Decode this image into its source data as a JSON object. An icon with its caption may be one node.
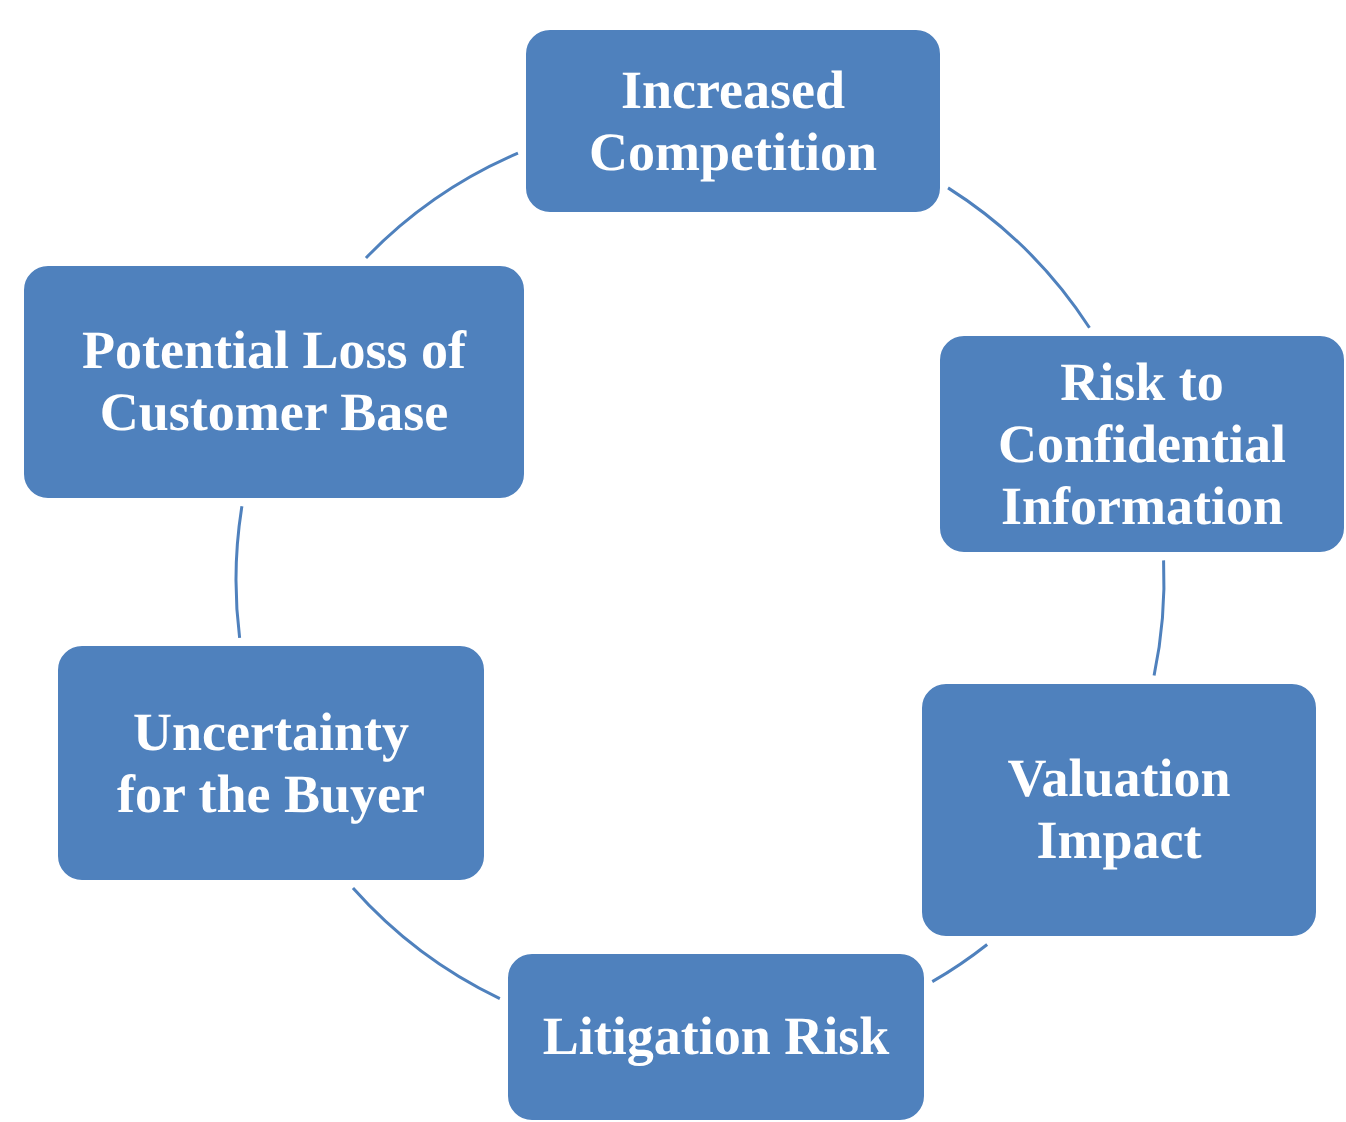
{
  "diagram": {
    "nodes": [
      {
        "text": [
          "Increased Competition"
        ]
      },
      {
        "text": [
          "Risk to Confidential Information"
        ]
      },
      {
        "text": [
          "Valuation Impact"
        ]
      },
      {
        "text": [
          "Litigation Risk"
        ]
      },
      {
        "text": [
          "Uncertainty for the Buyer"
        ]
      },
      {
        "text": [
          "Potential Loss of Customer Base"
        ]
      }
    ],
    "edges": [
      {
        "from": 0,
        "to": 1,
        "arrow": "none"
      },
      {
        "from": 1,
        "to": 2,
        "arrow": "none"
      },
      {
        "from": 2,
        "to": 3,
        "arrow": "none"
      },
      {
        "from": 3,
        "to": 4,
        "arrow": "none"
      },
      {
        "from": 4,
        "to": 5,
        "arrow": "none"
      },
      {
        "from": 5,
        "to": 0,
        "arrow": "none"
      }
    ]
  }
}
